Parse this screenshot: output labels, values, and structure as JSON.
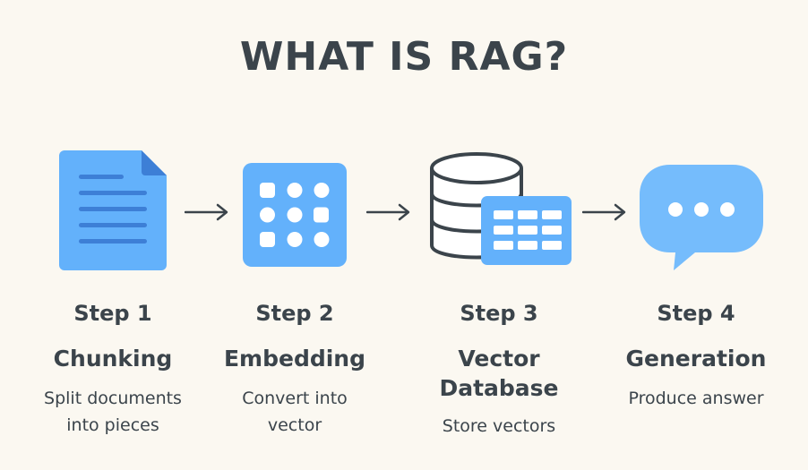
{
  "title": "WHAT IS RAG?",
  "colors": {
    "background": "#fbf8f1",
    "text": "#3b444b",
    "icon_fill": "#63b1fb",
    "icon_fill_light": "#75bcfc",
    "icon_dark": "#3d7fd6",
    "white": "#ffffff"
  },
  "steps": [
    {
      "number": "Step 1",
      "name": "Chunking",
      "desc1": "Split documents",
      "desc2": "into pieces",
      "icon": "document-icon"
    },
    {
      "number": "Step 2",
      "name": "Embedding",
      "desc1": "Convert into",
      "desc2": "vector",
      "icon": "embedding-grid-icon"
    },
    {
      "number": "Step 3",
      "name1": "Vector",
      "name2": "Database",
      "desc1": "Store vectors",
      "icon": "database-icon"
    },
    {
      "number": "Step 4",
      "name": "Generation",
      "desc1": "Produce answer",
      "icon": "chat-bubble-icon"
    }
  ]
}
